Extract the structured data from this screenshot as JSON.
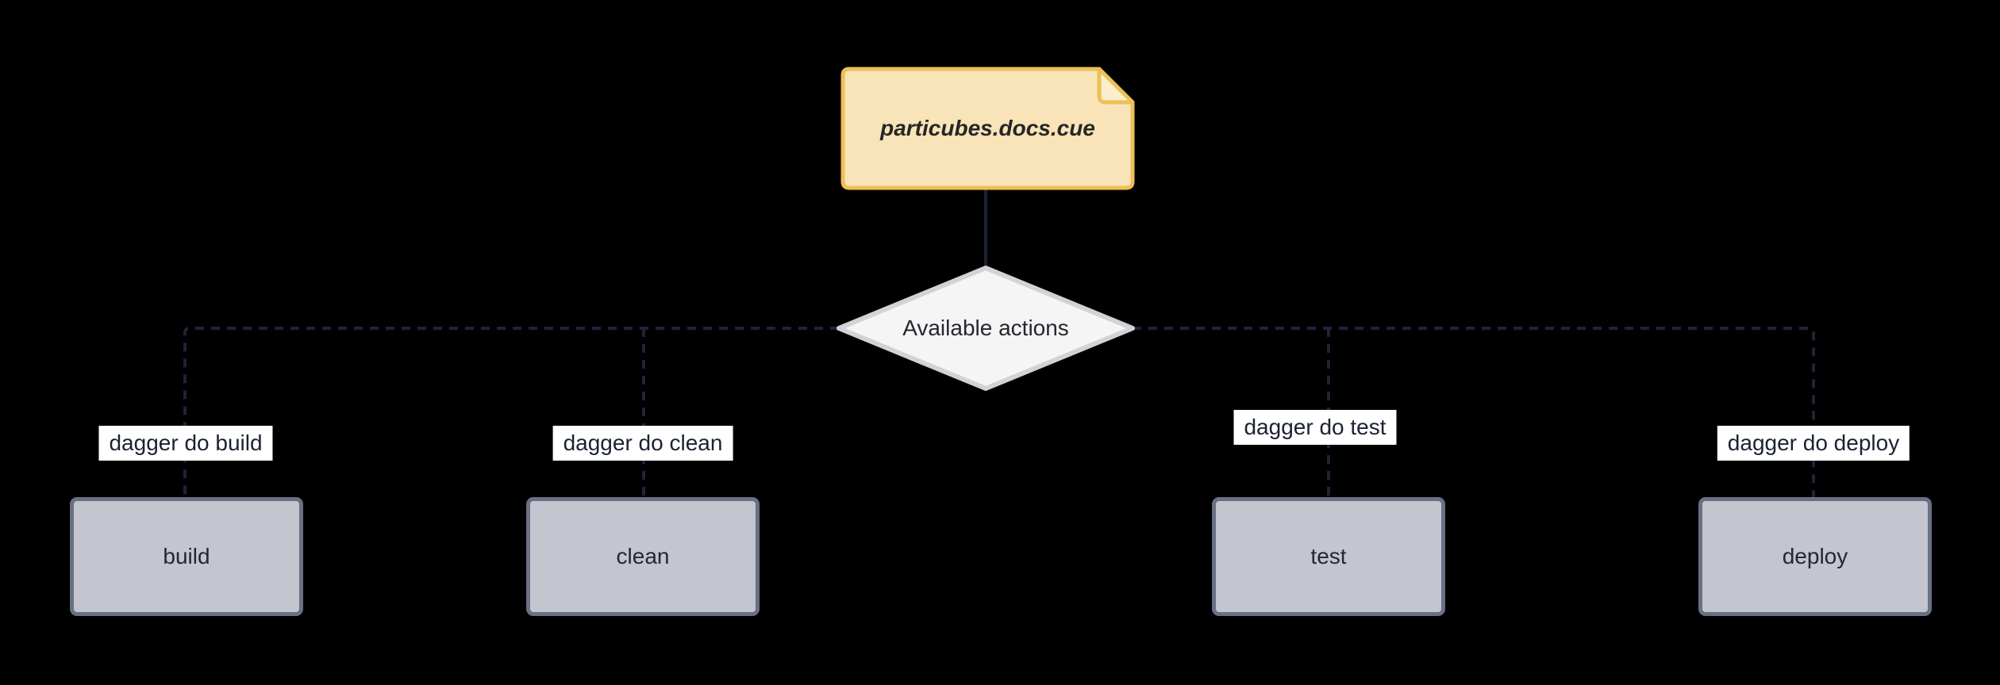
{
  "diagram": {
    "type": "flowchart",
    "background_color": "#000000",
    "file_node": {
      "label": "particubes.docs.cue",
      "shape": "note-with-folded-corner",
      "fill_color": "#f8e4b8",
      "border_color": "#edbf56"
    },
    "decision_node": {
      "label": "Available actions",
      "shape": "diamond",
      "fill_color": "#f5f5f6",
      "border_color": "#d2d2d7"
    },
    "edges": [
      {
        "label": "dagger do build",
        "from": "Available actions",
        "to": "build",
        "style": "dashed"
      },
      {
        "label": "dagger do clean",
        "from": "Available actions",
        "to": "clean",
        "style": "dashed"
      },
      {
        "label": "dagger do test",
        "from": "Available actions",
        "to": "test",
        "style": "dashed"
      },
      {
        "label": "dagger do deploy",
        "from": "Available actions",
        "to": "deploy",
        "style": "dashed"
      }
    ],
    "action_nodes": [
      {
        "label": "build",
        "fill_color": "#c3c6cf",
        "border_color": "#697083"
      },
      {
        "label": "clean",
        "fill_color": "#c3c6cf",
        "border_color": "#697083"
      },
      {
        "label": "test",
        "fill_color": "#c3c6cf",
        "border_color": "#697083"
      },
      {
        "label": "deploy",
        "fill_color": "#c3c6cf",
        "border_color": "#697083"
      }
    ],
    "colors": {
      "edge_line": "#1e2438",
      "edge_label_bg": "#ffffff",
      "edge_label_text": "#1a2233",
      "node_text": "#26272e"
    }
  }
}
